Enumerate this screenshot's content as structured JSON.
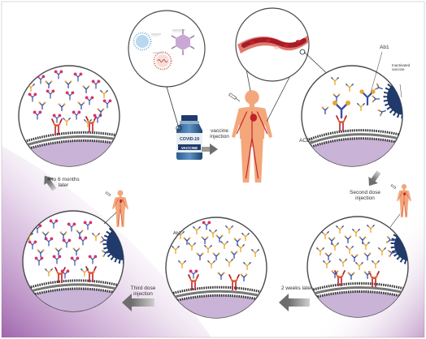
{
  "labels": {
    "vaccine_injection": "vaccine injection",
    "ace2": "ACE2",
    "ab1": "Ab1",
    "inactivated_vaccine": "Inactivated vaccine",
    "second_dose": "Second dose injection",
    "two_weeks": "2 weeks later",
    "ab2": "Ab2",
    "third_dose": "Third dose injection",
    "months_later": "4 to 6 months later"
  },
  "vaccine_vial": {
    "brand": "COVID-19",
    "label": "VACCINE"
  },
  "colors": {
    "accent_purple": "#8e4a9e",
    "virus_navy": "#1f3a6b",
    "blood_red": "#c0222c",
    "body_orange": "#f3a77a",
    "receptor_red": "#b8232e",
    "antibody_pink": "#d6336c",
    "antibody_blue": "#3a4fa0",
    "antibody_gold": "#e6a532",
    "membrane_gray": "#5a5a5a",
    "arrow_gray": "#8a8a8a"
  }
}
